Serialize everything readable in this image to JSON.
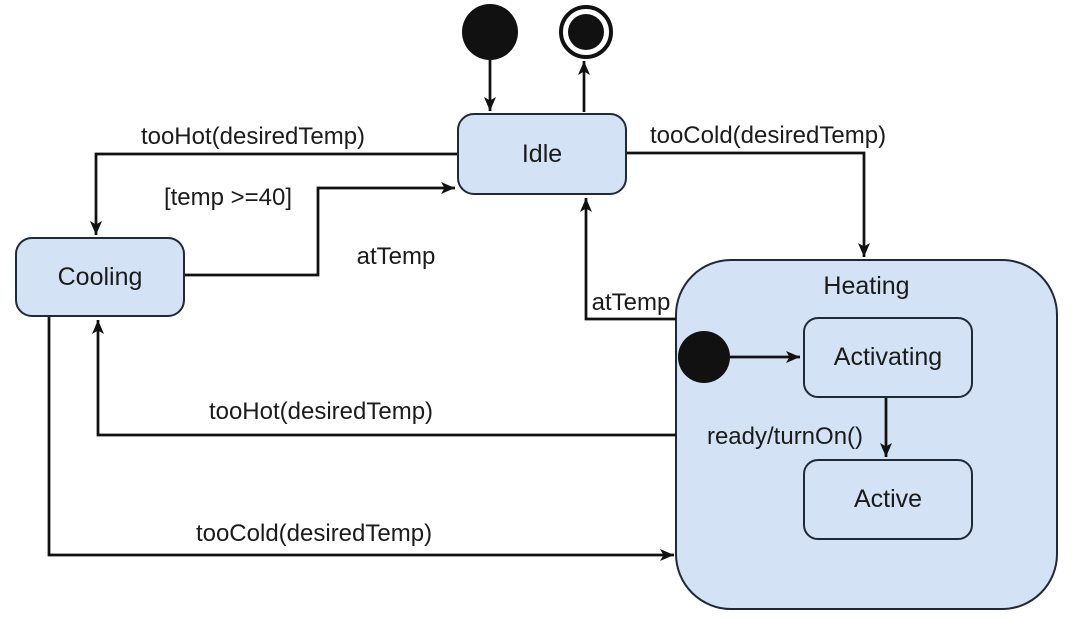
{
  "diagram": {
    "kind": "uml-state-machine",
    "subject": "Thermostat heating and cooling states",
    "states": {
      "idle": "Idle",
      "cooling": "Cooling",
      "heating": "Heating",
      "activating": "Activating",
      "active": "Active"
    },
    "transitions": {
      "idle_to_cooling": "tooHot(desiredTemp)",
      "cooling_to_idle_guard": "[temp >=40]",
      "cooling_to_idle_event": "atTemp",
      "idle_to_heating": "tooCold(desiredTemp)",
      "heating_to_idle": "atTemp",
      "heating_to_cooling": "tooHot(desiredTemp)",
      "cooling_to_heating": "tooCold(desiredTemp)",
      "activating_to_active": "ready/turnOn()"
    },
    "icons": {
      "initial_state": "filled-circle",
      "final_state": "ring-enclosed-filled-circle",
      "heating_initial_state": "filled-circle"
    },
    "colors": {
      "background": "#ffffff",
      "state_fill": "#d3e2f4",
      "state_border": "#1f2937",
      "connector": "#111111",
      "text": "#1b1b1b"
    }
  }
}
